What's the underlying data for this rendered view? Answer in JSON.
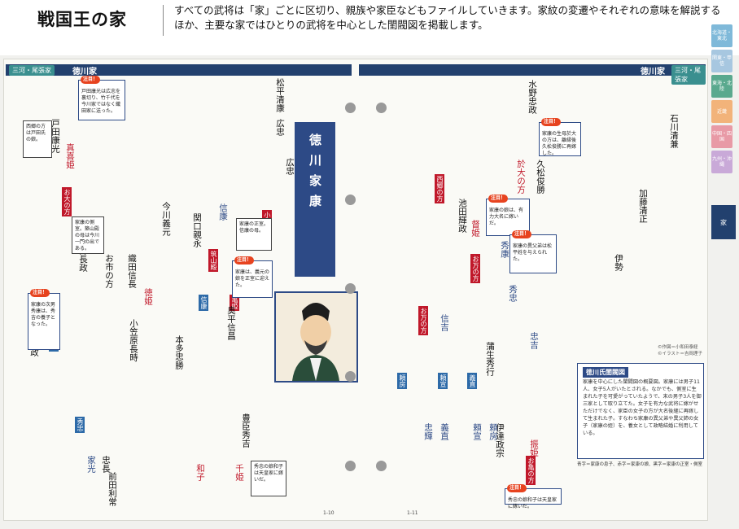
{
  "header": {
    "title": "戦国王の家",
    "description": "すべての武将は「家」ごとに区切り、親族や家臣などもファイルしていきます。家紋の変遷やそれぞれの意味を解説するほか、主要な家ではひとりの武将を中心とした閨閥図を掲載します。"
  },
  "page": {
    "left_region": "三河・尾張家",
    "left_family": "徳川家",
    "right_family": "徳川家",
    "right_region": "三河・尾張家",
    "banner": "徳川家康",
    "page_left": "1-10",
    "page_right": "1-11",
    "credit_1": "©作図＝小和田泰経",
    "credit_2": "©イラスト＝吉岡理子"
  },
  "tabs": [
    "北海道・東北",
    "関東・甲信",
    "東海・北陸",
    "近畿",
    "中国・四国",
    "九州・沖縄"
  ],
  "tab_active": "家",
  "tab_colors": [
    "#7fb9d9",
    "#a7c7e0",
    "#5aa98e",
    "#f2b37a",
    "#e89aa6",
    "#c9a9d8"
  ],
  "labels": {
    "odai": "お大の方",
    "saigo": "西郷の方",
    "oman": "お万の方",
    "omanu": "お万の方",
    "kosaisho": "小督局",
    "chikugo": "筑山殿",
    "yoritomo": "頼房",
    "yorinobu": "頼宣",
    "yoshinao": "義直",
    "hidetada": "秀忠",
    "tadateru": "忠輝",
    "nobuyasu": "信康",
    "kamekiku": "亀姫",
    "okame": "お亀の方"
  },
  "names": {
    "matsudaira_kiyoyasu": "松平清康",
    "hirotada": "広忠",
    "mizuno_tadamasa": "水野忠政",
    "odai2": "於大の方",
    "toda": "戸田康光",
    "makihime": "真喜姫",
    "ieyasu_father": "広忠",
    "nobuyasu_name": "信康",
    "kamehime": "亀姫",
    "hideyasu": "秀康",
    "hidetada_name": "秀忠",
    "tadayoshi": "忠吉",
    "nobuyoshi": "信吉",
    "tadateru_name": "忠輝",
    "yoshinao_name": "義直",
    "yorinobu_name": "頼宣",
    "yorifusa_name": "頼房",
    "tokuhime": "督姫",
    "furihime": "振姫",
    "iemitsu": "家光",
    "tadanaga": "忠長",
    "kazuko": "和子",
    "senhime": "千姫",
    "ise": "伊勢",
    "hisamatsu": "久松俊勝",
    "ishikawa_ienari": "石川清兼",
    "imagawa_yoshimoto": "今川義元",
    "sekiguchi": "関口親永",
    "oda_nobunaga": "織田信長",
    "tokuhime_oda": "徳姫",
    "ogasawara": "小笠原長時",
    "honda_tadakatsu": "本多忠勝",
    "okudaira": "奥平信昌",
    "ikeda": "池田輝政",
    "gamou": "蒲生秀行",
    "kato": "加藤清正",
    "asai": "浅井長政",
    "oichi": "お市の方",
    "ii": "井伊直政",
    "toyotomi": "豊臣秀吉",
    "maeda": "前田利常",
    "date": "伊達政宗"
  },
  "info": {
    "title": "徳川氏閨閥図",
    "body": "家康を中心にした閨閥図の概要図。家康には男子11人、女子5人がいたとされる。なかでも、側室に生まれた子を可愛がっていたようで、末の男子3人を御三家として取り立てた。女子を有力な武将に嫁がせただけでなく、家臣の女子の方が大名後継に再嫁して生まれた子。すなわち家康の異父弟や異父姉の女子（家康の姪）を、養女として政略結婚に利用している。",
    "legend": "青字＝家康の息子、赤字＝家康の娘、黒字＝家康の正室・側室"
  },
  "notes": {
    "n1": "戸田康光は広忠を裏切り、竹千代を今川家ではなく織田家に送った。",
    "n2": "西郷の方は戸田氏の娘。",
    "n3": "家康の側室。築山殿の母は今川一門の出である。",
    "n4": "家康の生母於大の方は、離縁後久松俊勝に再嫁した。",
    "n5": "家康の正室。信康の母。",
    "n6": "家康は、義元の娘を正室に迎えた。",
    "n7": "家康の次男秀康は、秀吉の養子となった。",
    "n8": "家康の娘は、有力大名に嫁いだ。",
    "n9": "秀忠の娘和子は天皇家に嫁いだ。",
    "n10": "家康の異父弟は松平姓を与えられた。"
  }
}
